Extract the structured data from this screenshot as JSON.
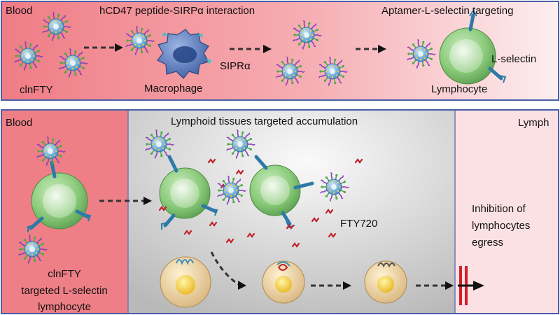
{
  "panel_top": {
    "blood": "Blood",
    "interaction": "hCD47 peptide-SIRPα interaction",
    "targeting": "Aptamer-L-selectin targeting",
    "particle": "clnFTY",
    "macrophage": "Macrophage",
    "sirpa": "SIPRα",
    "lselectin": "L-selectin",
    "lymphocyte": "Lymphocyte"
  },
  "panel_bottom": {
    "blood": "Blood",
    "accumulation": "Lymphoid tissues targeted accumulation",
    "lymph": "Lymph",
    "drug": "FTY720",
    "inhibition_1": "Inhibition of",
    "inhibition_2": "lymphocytes",
    "inhibition_3": "egress",
    "caption_1": "clnFTY",
    "caption_2": "targeted L-selectin",
    "caption_3": "lymphocyte"
  },
  "colors": {
    "blood": "#ee7f86",
    "tissue": "#cfcfcf",
    "lymph": "#fbe1e4",
    "border": "#4a5fa8",
    "lymphocyte": "#8ccc7d",
    "macrophage": "#4f73b5",
    "particle": "#3f8fc9",
    "egress_bar": "#d0202a"
  }
}
